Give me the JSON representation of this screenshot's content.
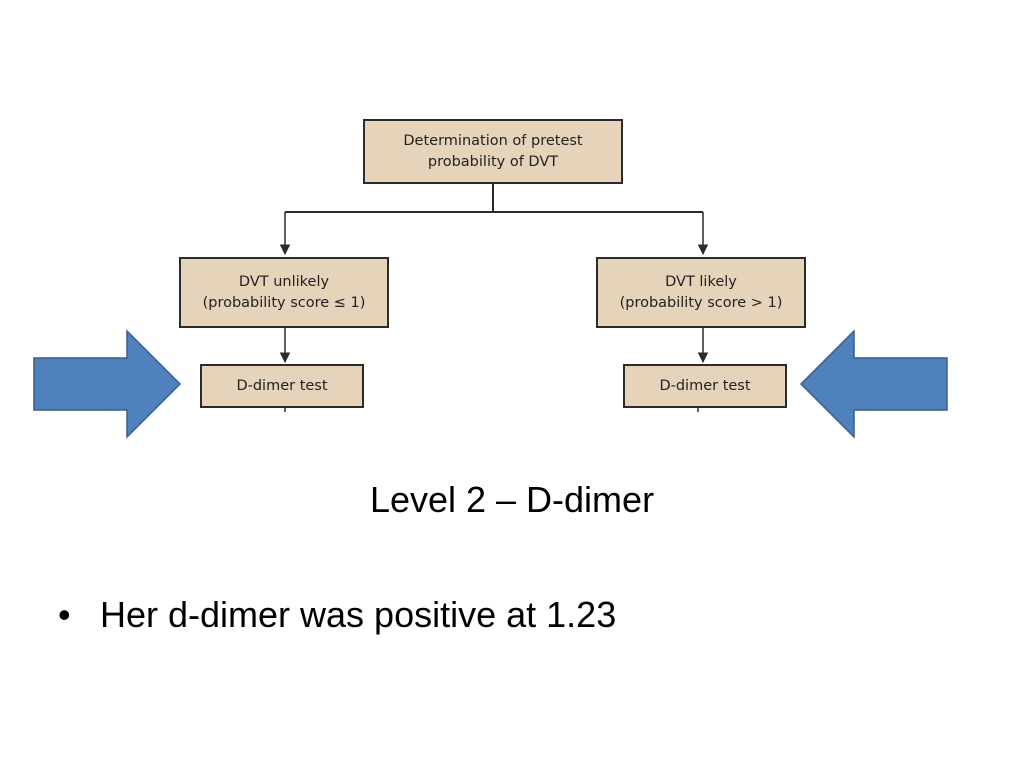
{
  "colors": {
    "box_fill": "#e5d3ba",
    "box_border": "#2b2b2b",
    "arrow_fill": "#4f81bd",
    "arrow_stroke": "#385d8a"
  },
  "flowchart": {
    "root": {
      "lines": [
        "Determination of pretest",
        "probability of DVT"
      ]
    },
    "left_branch": {
      "lines": [
        "DVT unlikely",
        "(probability score ≤ 1)"
      ]
    },
    "right_branch": {
      "lines": [
        "DVT likely",
        "(probability score > 1)"
      ]
    },
    "left_test": {
      "label": "D-dimer test"
    },
    "right_test": {
      "label": "D-dimer test"
    }
  },
  "callouts": {
    "left_arrow_icon": "block-arrow-right-icon",
    "right_arrow_icon": "block-arrow-left-icon"
  },
  "slide": {
    "title": "Level 2 – D-dimer",
    "bullets": [
      {
        "marker": "•",
        "text": "Her d-dimer was positive at 1.23"
      }
    ]
  }
}
